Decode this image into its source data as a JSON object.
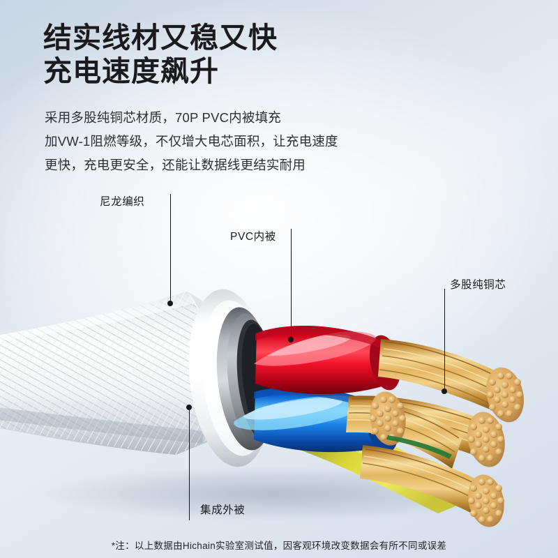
{
  "headline": {
    "line1": "结实线材又稳又快",
    "line2": "充电速度飙升",
    "text": "结实线材又稳又快\n充电速度飙升"
  },
  "body": {
    "line1": "采用多股纯铜芯材质，70P PVC内被填充",
    "line2": "加VW-1阻燃等级，不仅增大电芯面积，让充电速度",
    "line3": "更快，充电更安全，还能让数据线更结实耐用",
    "text": "采用多股纯铜芯材质，70P PVC内被填充\n加VW-1阻燃等级，不仅增大电芯面积，让充电速度\n更快，充电更安全，还能让数据线更结实耐用"
  },
  "callouts": {
    "nylon": "尼龙编织",
    "pvc": "PVC内被",
    "copper": "多股纯铜芯",
    "jacket": "集成外被"
  },
  "footnote": "*注：以上数据由Hichain实验室测试值，因客观环境改变数据会有所不同或误差",
  "colors": {
    "background_top": "#c9d5e3",
    "background_bottom": "#d4dde9",
    "text_dark": "#1b1b1f",
    "core_red": "#e0162a",
    "core_blue": "#0a62d0",
    "core_yellow": "#dcd838",
    "copper": "#d8a85a",
    "jacket_white": "#f4f6f8",
    "jacket_gray": "#9aa0a6",
    "leader_line": "#15161a"
  }
}
